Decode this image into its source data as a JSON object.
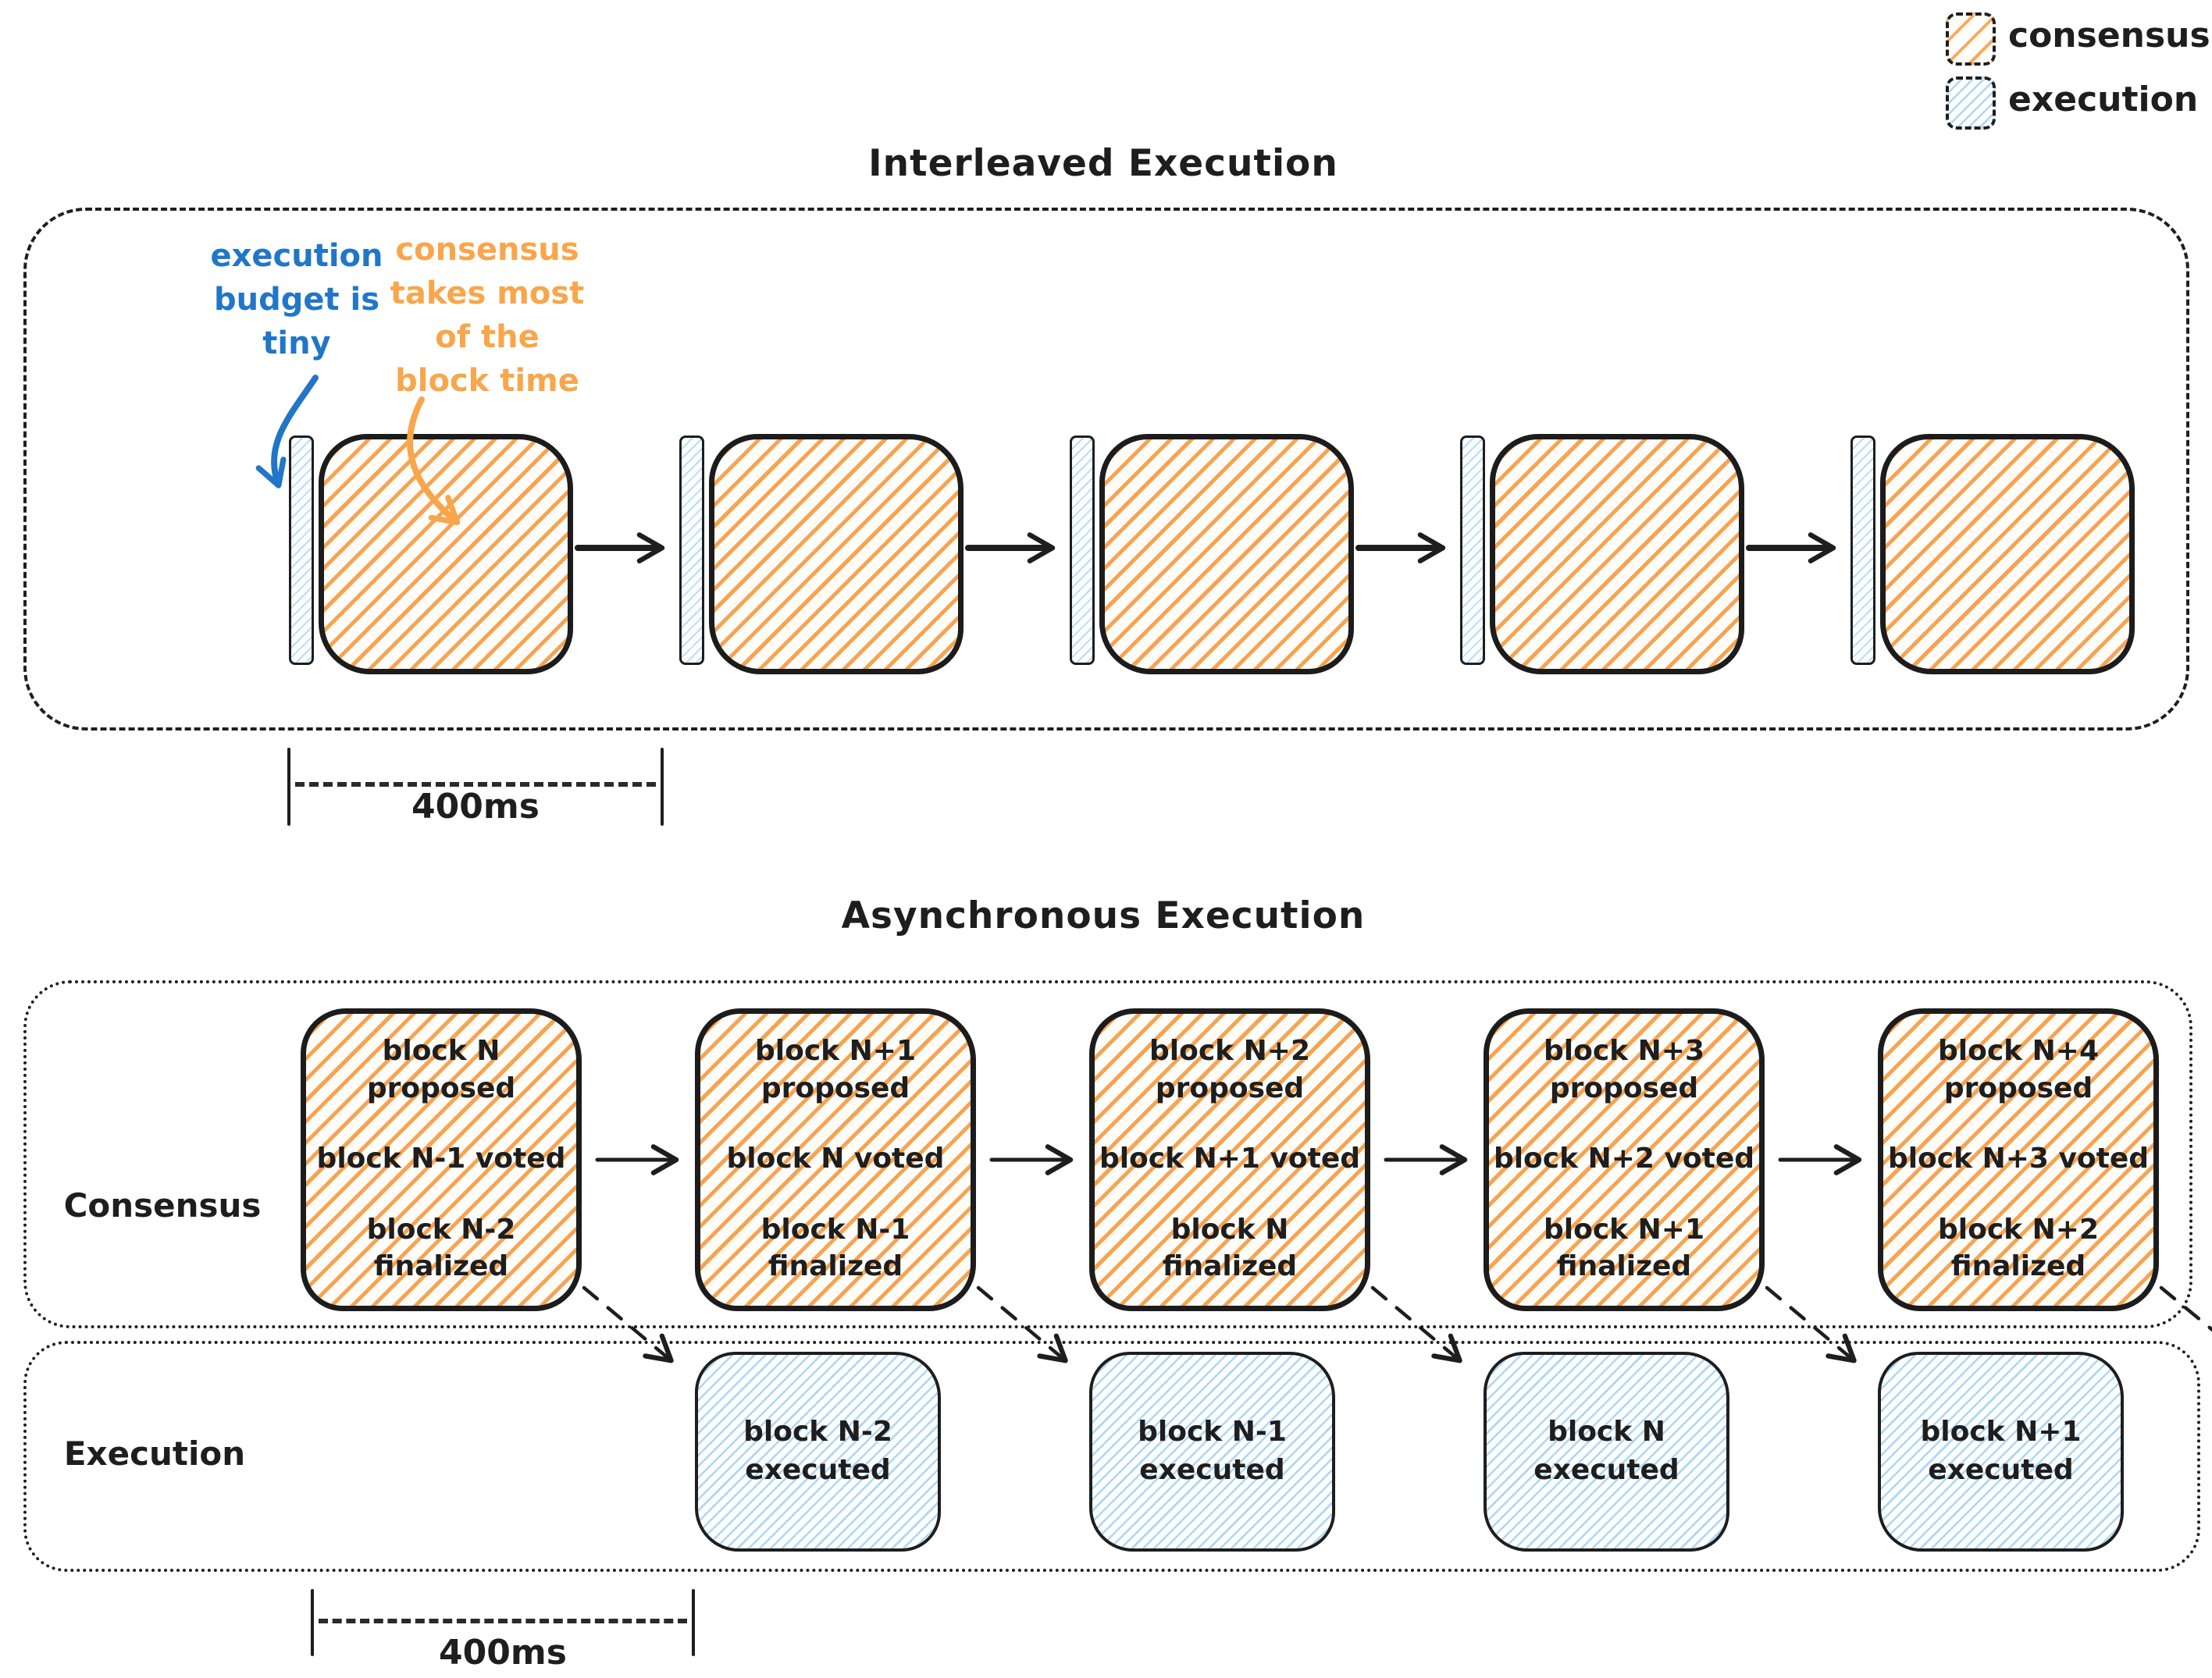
{
  "legend": {
    "items": [
      {
        "label": "consensus"
      },
      {
        "label": "execution"
      }
    ]
  },
  "interleaved": {
    "title": "Interleaved Execution",
    "annotations": {
      "execution": "execution\nbudget is\ntiny",
      "consensus": "consensus\ntakes most\nof the\nblock time"
    },
    "timescale_label": "400ms"
  },
  "asynchronous": {
    "title": "Asynchronous Execution",
    "consensus_label": "Consensus",
    "execution_label": "Execution",
    "consensus_blocks": [
      {
        "top": "block N\nproposed",
        "mid": "block N-1 voted",
        "bottom": "block N-2\nfinalized"
      },
      {
        "top": "block N+1\nproposed",
        "mid": "block N voted",
        "bottom": "block N-1\nfinalized"
      },
      {
        "top": "block N+2\nproposed",
        "mid": "block N+1 voted",
        "bottom": "block N\nfinalized"
      },
      {
        "top": "block N+3\nproposed",
        "mid": "block N+2 voted",
        "bottom": "block N+1\nfinalized"
      },
      {
        "top": "block N+4\nproposed",
        "mid": "block N+3 voted",
        "bottom": "block N+2\nfinalized"
      }
    ],
    "execution_blocks": [
      {
        "label": "block N-2\nexecuted"
      },
      {
        "label": "block N-1\nexecuted"
      },
      {
        "label": "block N\nexecuted"
      },
      {
        "label": "block N+1\nexecuted"
      }
    ],
    "timescale_label": "400ms"
  },
  "colors": {
    "ink": "#1e1e1e",
    "consensus_orange": "#f8a351",
    "execution_blue": "#aed7f5",
    "annotation_blue": "#2176c7",
    "annotation_orange": "#f8a64b"
  }
}
